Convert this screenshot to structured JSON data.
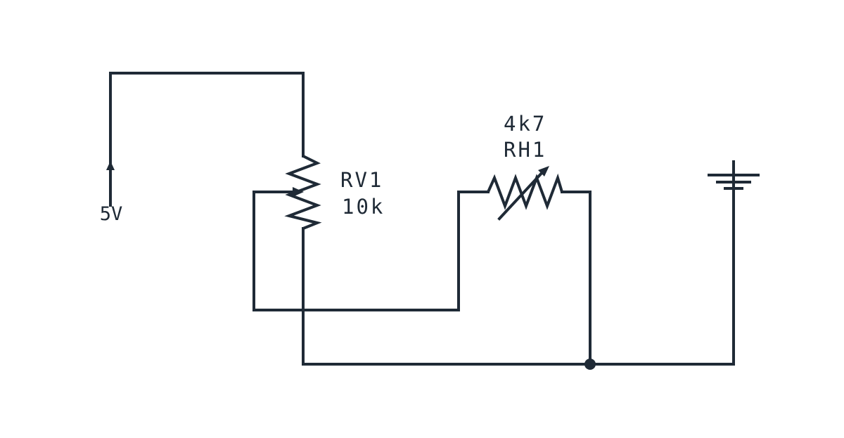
{
  "colors": {
    "ink": "#1f2a36",
    "background": "#ffffff"
  },
  "source": {
    "label": "5V"
  },
  "potentiometer": {
    "ref": "RV1",
    "value": "10k"
  },
  "rheostat": {
    "value": "4k7",
    "ref": "RH1"
  },
  "ground": {
    "icon": "ground-icon"
  }
}
